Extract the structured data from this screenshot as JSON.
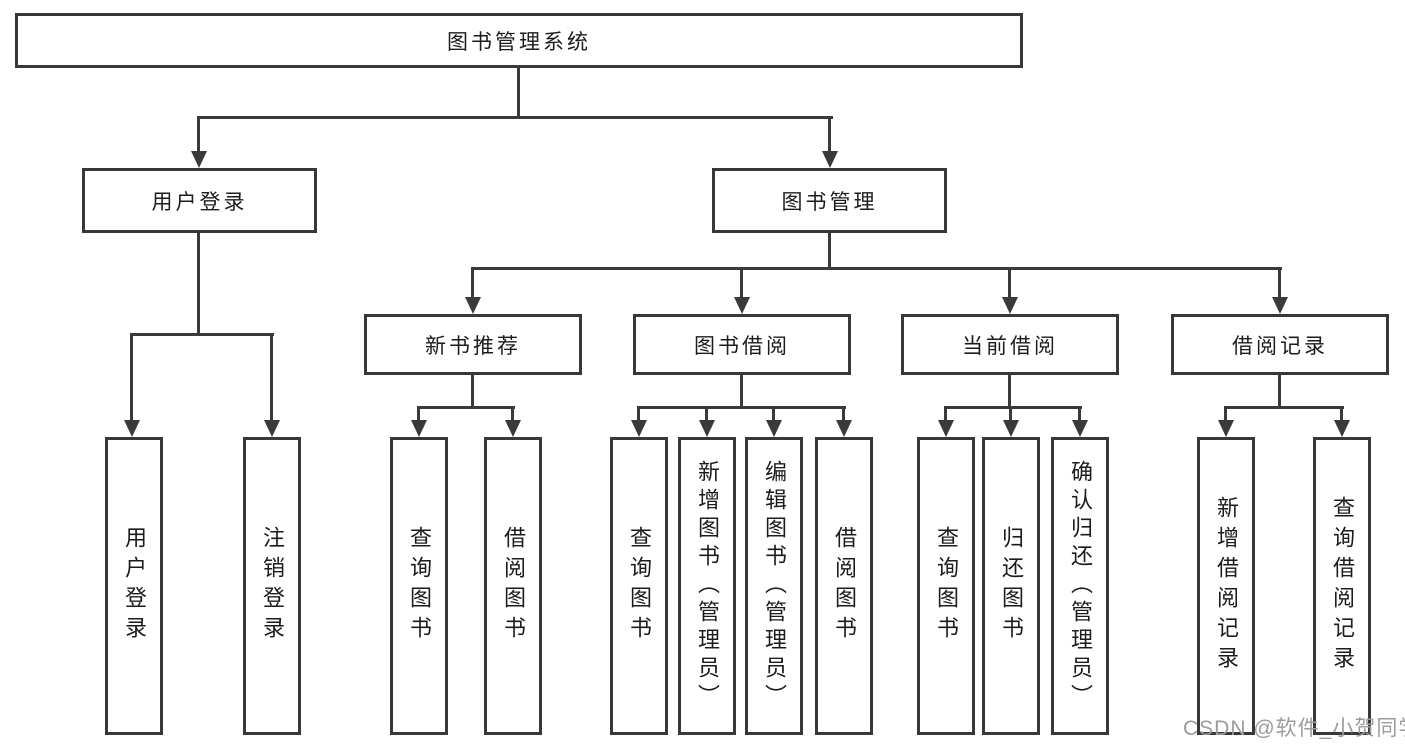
{
  "tree": {
    "root": {
      "label": "图书管理系统"
    },
    "branches": [
      {
        "label": "用户登录",
        "children": [
          {
            "label": "用户登录"
          },
          {
            "label": "注销登录"
          }
        ]
      },
      {
        "label": "图书管理",
        "children": [
          {
            "label": "新书推荐",
            "children": [
              {
                "label": "查询图书"
              },
              {
                "label": "借阅图书"
              }
            ]
          },
          {
            "label": "图书借阅",
            "children": [
              {
                "label": "查询图书"
              },
              {
                "label": "新增图书（管理员）"
              },
              {
                "label": "编辑图书（管理员）"
              },
              {
                "label": "借阅图书"
              }
            ]
          },
          {
            "label": "当前借阅",
            "children": [
              {
                "label": "查询图书"
              },
              {
                "label": "归还图书"
              },
              {
                "label": "确认归还（管理员）"
              }
            ]
          },
          {
            "label": "借阅记录",
            "children": [
              {
                "label": "新增借阅记录"
              },
              {
                "label": "查询借阅记录"
              }
            ]
          }
        ]
      }
    ]
  },
  "watermark": {
    "text": "CSDN @软件_小贺同学"
  },
  "colors": {
    "line": "#3a3a3a",
    "box_border": "#383838",
    "text": "#1c1c1c",
    "watermark": "#9c9c9c"
  }
}
